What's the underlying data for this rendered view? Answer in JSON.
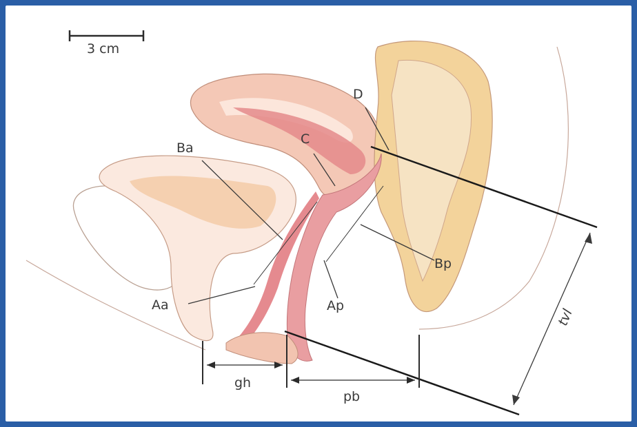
{
  "figure": {
    "scale_bar_label": "3 cm",
    "labels": {
      "D": "D",
      "C": "C",
      "Ba": "Ba",
      "Bp": "Bp",
      "Aa": "Aa",
      "Ap": "Ap",
      "gh": "gh",
      "pb": "pb",
      "tvl": "tvl"
    }
  },
  "colors": {
    "frame_border": "#2a5ea6",
    "tissue_fill": "#f2c4b0",
    "tissue_light": "#f8e0d2",
    "rectum_fill": "#f3d39b",
    "canal_fill": "#e07f86",
    "outline": "#b98a78",
    "line": "#1a1a1a"
  }
}
